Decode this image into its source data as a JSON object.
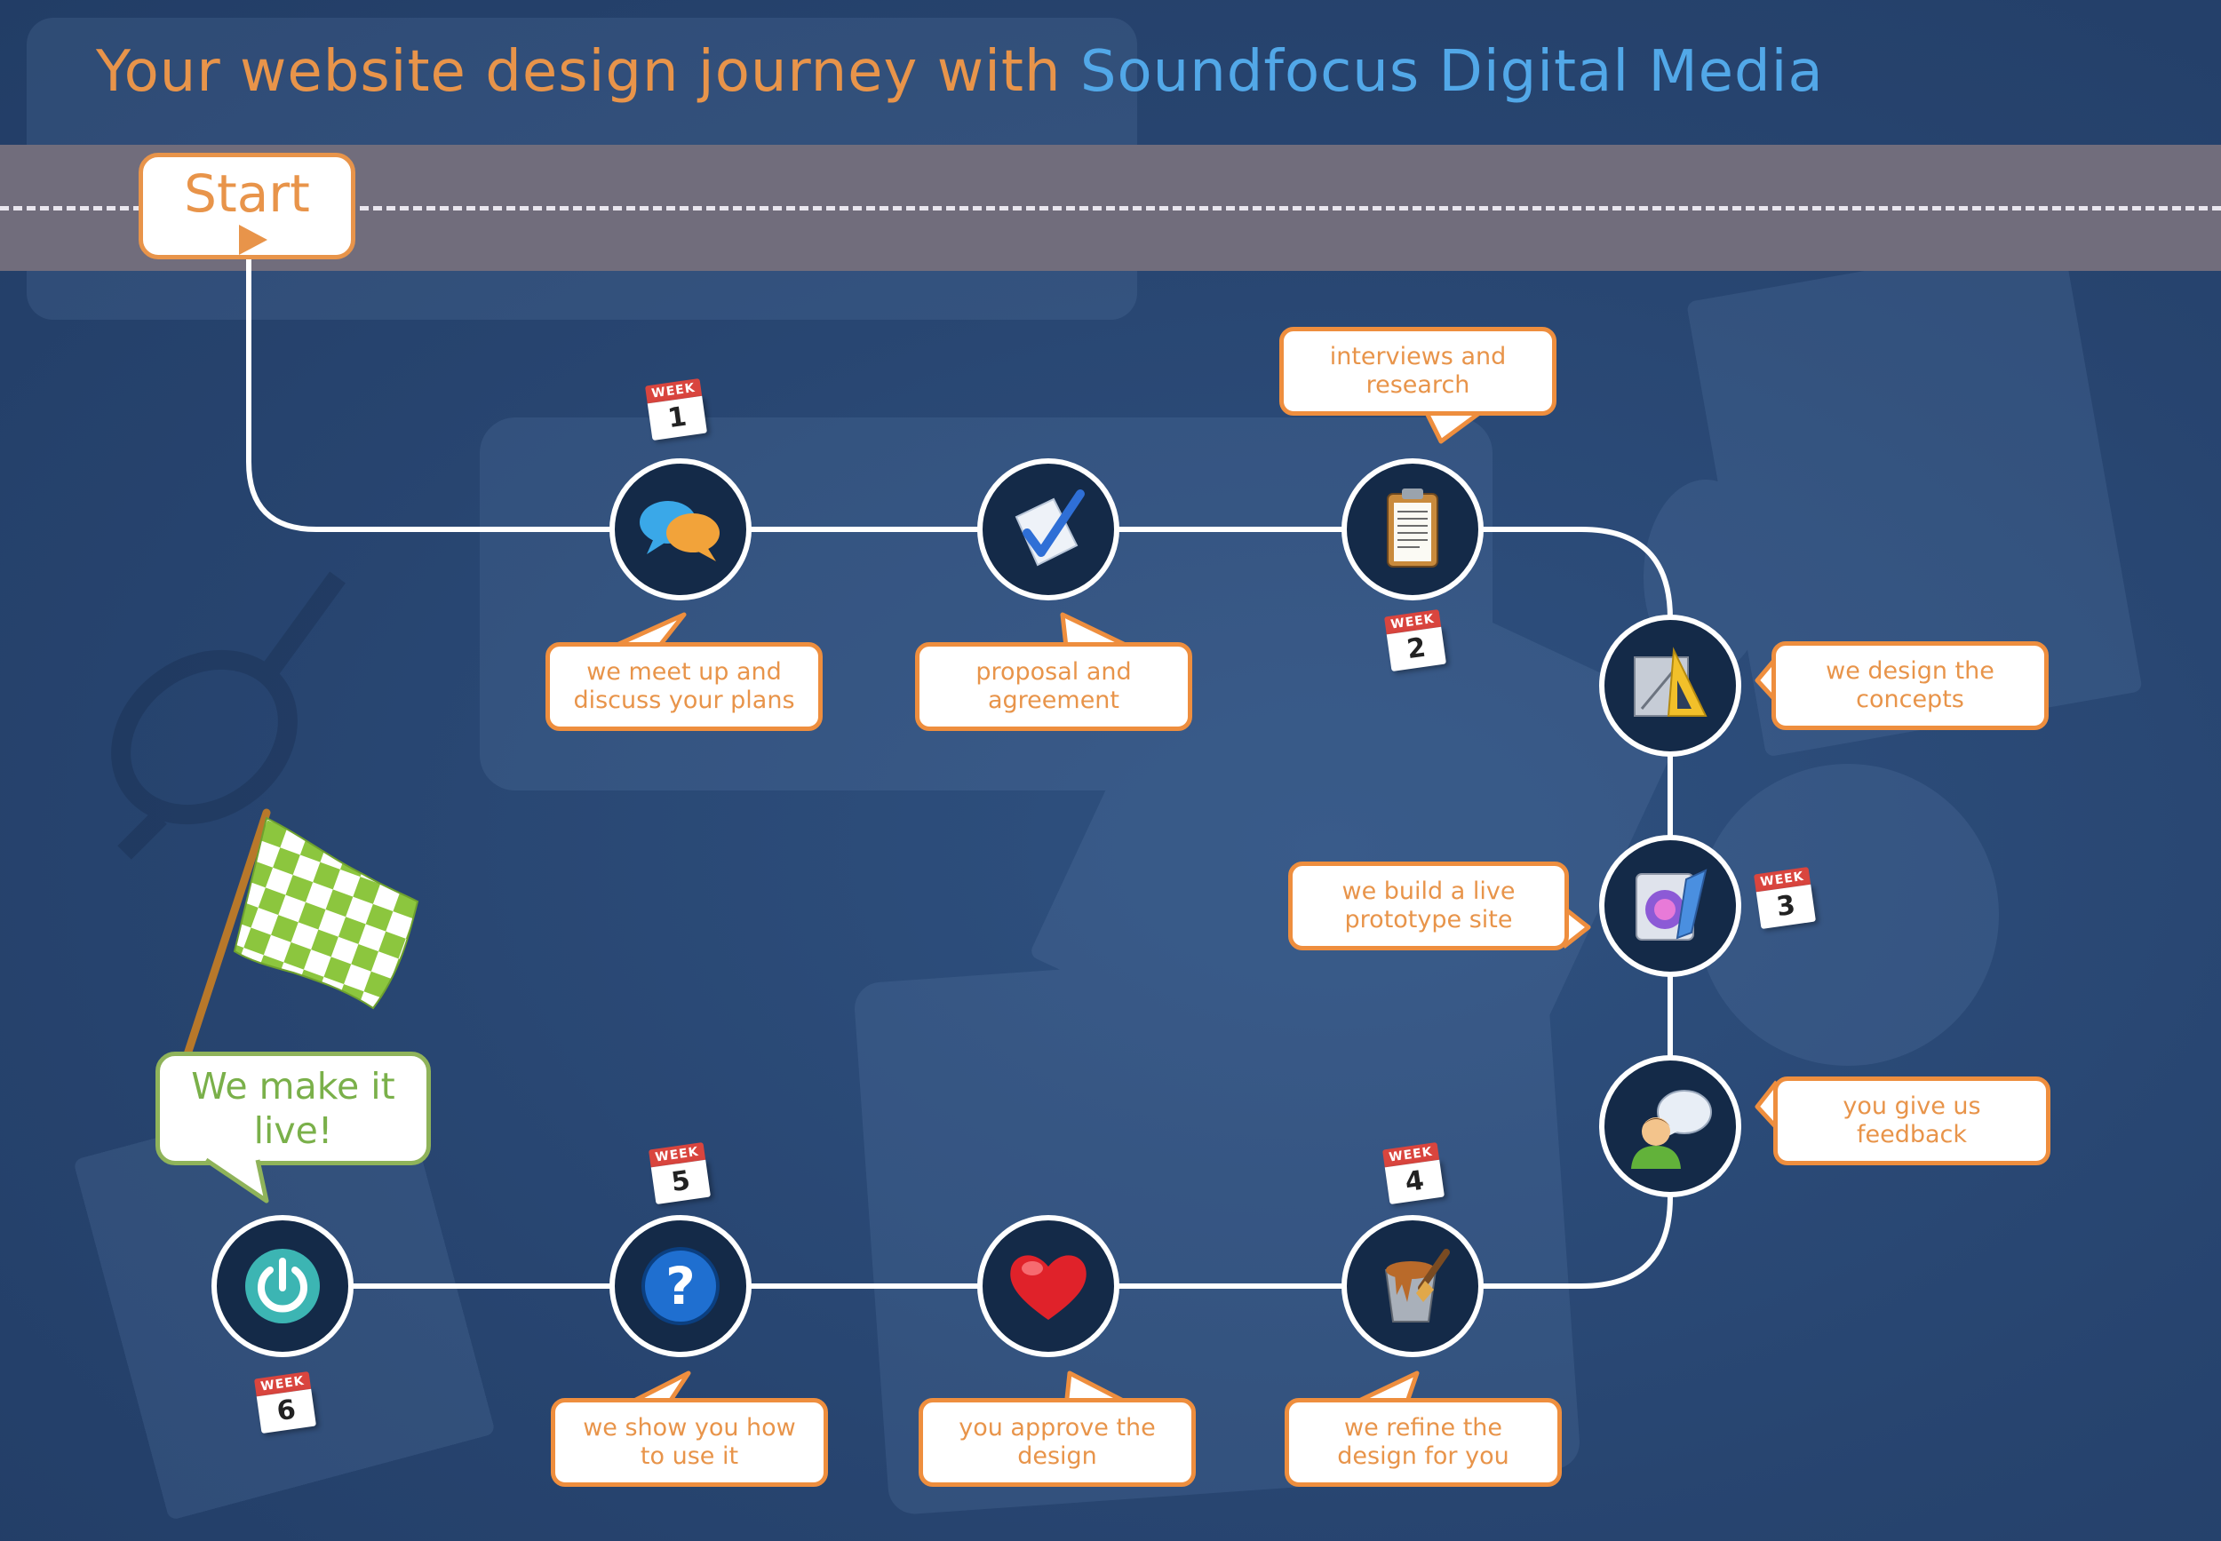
{
  "title": {
    "prefix": "Your website design journey with ",
    "brand": "Soundfocus Digital Media"
  },
  "start": {
    "label": "Start"
  },
  "finish": {
    "label": "We make it live!"
  },
  "week_badge_label": "WEEK",
  "weeks": [
    "1",
    "2",
    "3",
    "4",
    "5",
    "6"
  ],
  "steps": [
    {
      "label": "we meet up and discuss your plans",
      "icon": "chat-bubbles-icon"
    },
    {
      "label": "proposal and agreement",
      "icon": "checkmark-document-icon"
    },
    {
      "label": "interviews and research",
      "icon": "clipboard-icon"
    },
    {
      "label": "we design the concepts",
      "icon": "design-tools-icon"
    },
    {
      "label": "we build a live prototype site",
      "icon": "prototype-app-icon"
    },
    {
      "label": "you give us feedback",
      "icon": "user-speech-icon"
    },
    {
      "label": "we refine the design for you",
      "icon": "paint-bucket-icon"
    },
    {
      "label": "you approve the design",
      "icon": "heart-icon"
    },
    {
      "label": "we show you how to use it",
      "icon": "help-question-icon"
    },
    {
      "label": "",
      "icon": "power-icon"
    }
  ],
  "colors": {
    "orange": "#e8944a",
    "blue_brand": "#52a8e8",
    "green": "#7ab04a",
    "background": "#27446f"
  }
}
